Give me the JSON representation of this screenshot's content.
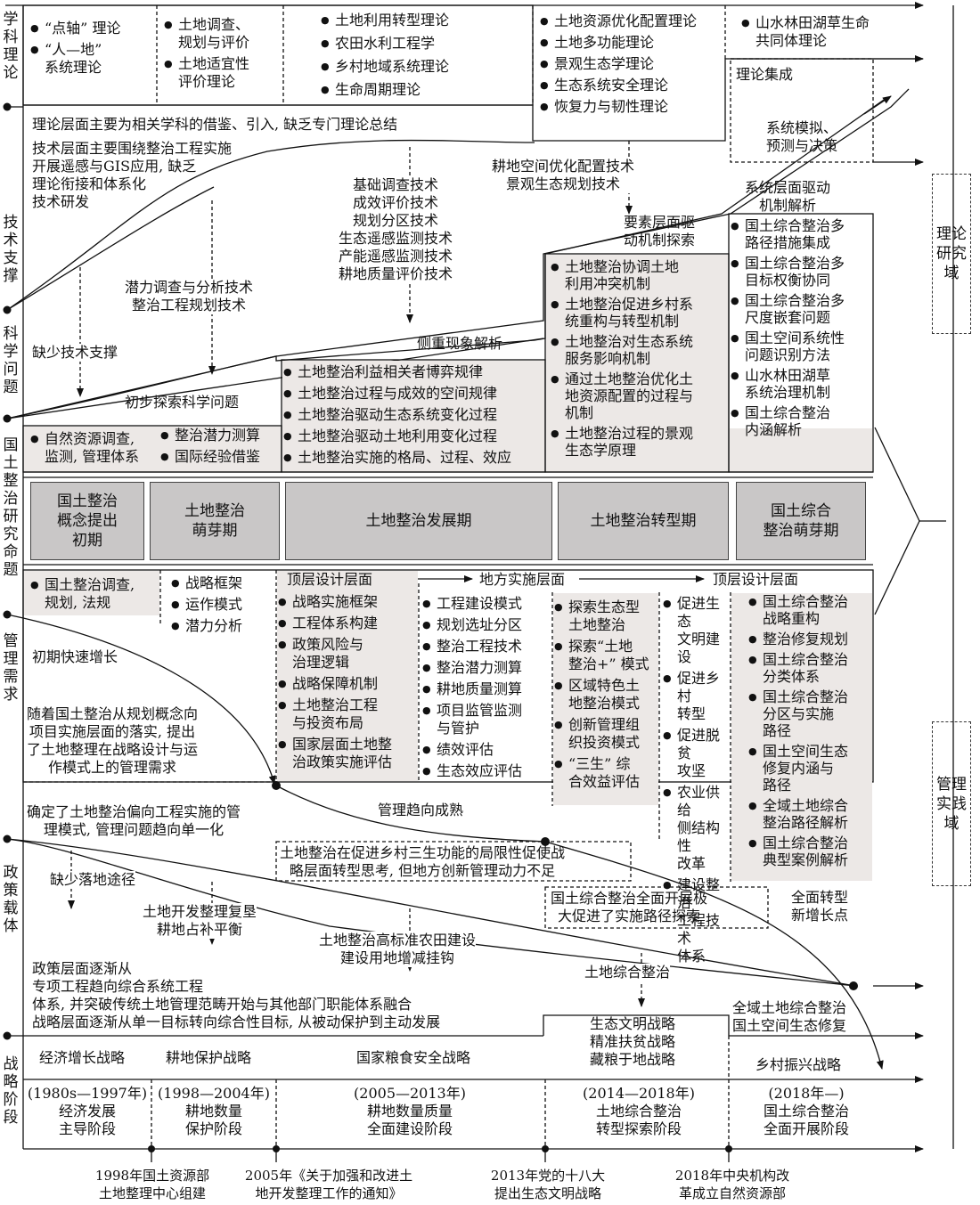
{
  "row_labels": {
    "theory": "学科理论",
    "tech": "技术支撑",
    "science": "科学问题",
    "topic": "国土整治研究命题",
    "mgmt": "管理需求",
    "policy": "政策载体",
    "strategy": "战略阶段"
  },
  "side_labels": {
    "theory_domain": "理论研究域",
    "practice_domain": "管理实践域"
  },
  "theory": {
    "col1": [
      "“点轴” 理论",
      "“人—地”\n系统理论"
    ],
    "col2": [
      "土地调查、\n规划与评价",
      "土地适宜性\n评价理论"
    ],
    "col3": [
      "土地利用转型理论",
      "农田水利工程学",
      "乡村地域系统理论",
      "生命周期理论"
    ],
    "col4": [
      "土地资源优化配置理论",
      "土地多功能理论",
      "景观生态学理论",
      "生态系统安全理论",
      "恢复力与韧性理论"
    ],
    "col5": [
      "山水林田湖草生命\n共同体理论"
    ],
    "integration": "理论集成",
    "note": "理论层面主要为相关学科的借鉴、引入, 缺乏专门理论总结"
  },
  "tech": {
    "note": "技术层面主要围绕整治工程实施\n开展遥感与GIS应用, 缺乏\n理论衔接和体系化\n技术研发",
    "lack": "缺少技术支撑",
    "potential": "潜力调查与分析技术\n整治工程规划技术",
    "basic": "基础调查技术\n成效评价技术\n规划分区技术\n生态遥感监测技术\n产能遥感监测技术\n耕地质量评价技术",
    "optimize": "耕地空间优化配置技术\n景观生态规划技术",
    "simulate": "系统模拟、\n预测与决策"
  },
  "science": {
    "preliminary": "初步探索科学问题",
    "phenomenon": "侧重现象解析",
    "element": "要素层面驱\n动机制探索",
    "system": "系统层面驱动\n机制解析",
    "col1": [
      "自然资源调查,\n监测, 管理体系"
    ],
    "col1b": [
      "整治潜力测算",
      "国际经验借鉴"
    ],
    "col2": [
      "土地整治利益相关者博弈规律",
      "土地整治过程与成效的空间规律",
      "土地整治驱动生态系统变化过程",
      "土地整治驱动土地利用变化过程",
      "土地整治实施的格局、过程、效应"
    ],
    "col3": [
      "土地整治协调土地\n利用冲突机制",
      "土地整治促进乡村系\n统重构与转型机制",
      "土地整治对生态系统\n服务影响机制",
      "通过土地整治优化土\n地资源配置的过程与\n机制",
      "土地整治过程的景观\n生态学原理"
    ],
    "col4": [
      "国土综合整治多\n路径措施集成",
      "国土综合整治多\n目标权衡协同",
      "国土综合整治多\n尺度嵌套问题",
      "国土空间系统性\n问题识别方法",
      "山水林田湖草\n系统治理机制",
      "国土综合整治\n内涵解析"
    ]
  },
  "phases": [
    "国土整治\n概念提出\n初期",
    "土地整治\n萌芽期",
    "土地整治发展期",
    "土地整治转型期",
    "国土综合\n整治萌芽期"
  ],
  "mgmt": {
    "top_design1": "顶层设计层面",
    "local": "地方实施层面",
    "top_design2": "顶层设计层面",
    "col1": [
      "国土整治调查,\n规划, 法规"
    ],
    "col2": [
      "战略框架",
      "运作模式",
      "潜力分析"
    ],
    "col3": [
      "战略实施框架",
      "工程体系构建",
      "政策风险与\n治理逻辑",
      "战略保障机制",
      "土地整治工程\n与投资布局",
      "国家层面土地整\n治政策实施评估"
    ],
    "col4": [
      "工程建设模式",
      "规划选址分区",
      "整治工程技术",
      "整治潜力测算",
      "耕地质量测算",
      "项目监管监测\n与管护",
      "绩效评估",
      "生态效应评估"
    ],
    "col5": [
      "探索生态型\n土地整治",
      "探索“土地\n整治+” 模式",
      "区域特色土\n地整治模式",
      "创新管理组\n织投资模式",
      "“三生” 综\n合效益评估"
    ],
    "col6": [
      "促进生态\n文明建设",
      "促进乡村\n转型",
      "促进脱贫\n攻坚",
      "农业供给\n侧结构性\n改革",
      "建设整治\n工程技术\n体系"
    ],
    "col7": [
      "国土综合整治\n战略重构",
      "整治修复规划",
      "国土综合整治\n分类体系",
      "国土综合整治\n分区与实施\n路径",
      "国土空间生态\n修复内涵与\n路径",
      "全域土地综合\n整治路径解析",
      "国土综合整治\n典型案例解析"
    ],
    "fast": "初期快速增长",
    "explain": "随着国土整治从规划概念向\n项目实施层面的落实, 提出\n了土地整理在战略设计与运\n作模式上的管理需求",
    "engineering": "确定了土地整治偏向工程实施的管\n理模式, 管理问题趋向单一化",
    "mature": "管理趋向成熟",
    "limit": "土地整治在促进乡村三生功能的局限性促使战\n略层面转型思考, 但地方创新管理动力不足",
    "promote": "国土综合整治全面开展极\n大促进了实施路径探索",
    "growth": "全面转型\n新增长点"
  },
  "policy": {
    "lack": "缺少落地途径",
    "p1": "土地开发整理复垦\n耕地占补平衡",
    "p2": "土地整治高标准农田建设\n建设用地增减挂钩",
    "p3": "土地综合整治",
    "p4": "全域土地综合整治\n国土空间生态修复",
    "note": "政策层面逐渐从\n专项工程趋向综合系统工程\n体系, 并突破传统土地管理范畴开始与其他部门职能体系融合\n战略层面逐渐从单一目标转向综合性目标, 从被动保护到主动发展"
  },
  "strategy": {
    "s1": "经济增长战略",
    "s2": "耕地保护战略",
    "s3": "国家粮食安全战略",
    "s4": "生态文明战略\n精准扶贫战略\n藏粮于地战略",
    "s5": "乡村振兴战略"
  },
  "stages": [
    "(1980s—1997年)\n经济发展\n主导阶段",
    "(1998—2004年)\n耕地数量\n保护阶段",
    "(2005—2013年)\n耕地数量质量\n全面建设阶段",
    "(2014—2018年)\n土地综合整治\n转型探索阶段",
    "(2018年—)\n国土综合整治\n全面开展阶段"
  ],
  "events": [
    "1998年国土资源部\n土地整理中心组建",
    "2005年《关于加强和改进土\n地开发整理工作的通知》",
    "2013年党的十八大\n提出生态文明战略",
    "2018年中央机构改\n革成立自然资源部"
  ]
}
